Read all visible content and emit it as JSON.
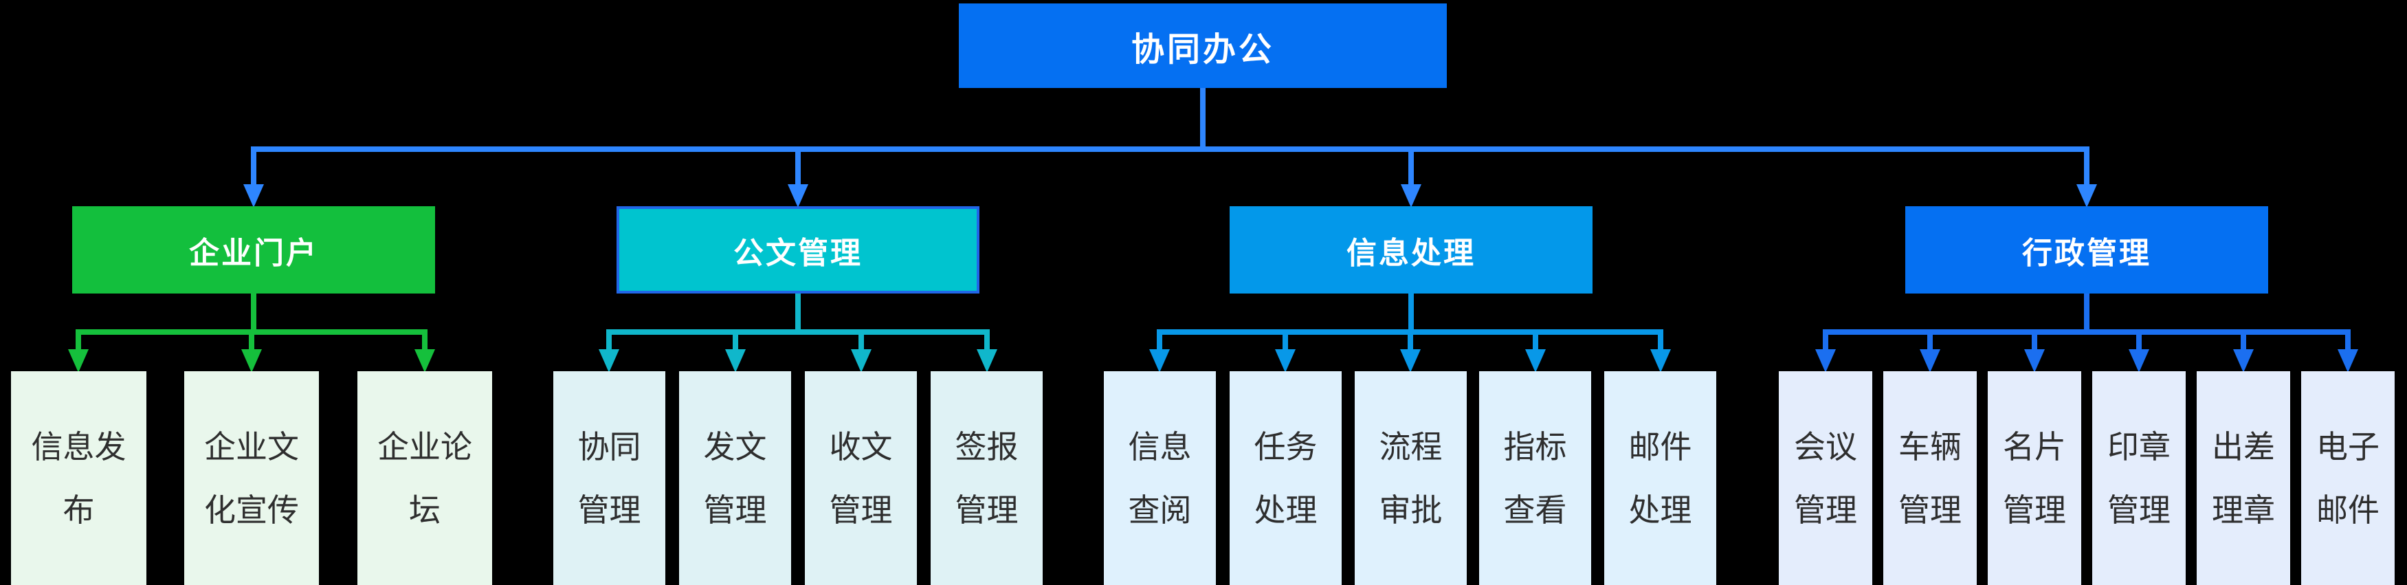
{
  "root": {
    "label": "协同办公"
  },
  "groups": [
    {
      "label": "企业门户",
      "leaves": [
        {
          "label": "信息发布",
          "lines": [
            "信息发",
            "布"
          ]
        },
        {
          "label": "企业文化宣传",
          "lines": [
            "企业文",
            "化宣传"
          ]
        },
        {
          "label": "企业论坛",
          "lines": [
            "企业论",
            "坛"
          ]
        }
      ]
    },
    {
      "label": "公文管理",
      "leaves": [
        {
          "label": "协同管理",
          "lines": [
            "协同",
            "管理"
          ]
        },
        {
          "label": "发文管理",
          "lines": [
            "发文",
            "管理"
          ]
        },
        {
          "label": "收文管理",
          "lines": [
            "收文",
            "管理"
          ]
        },
        {
          "label": "签报管理",
          "lines": [
            "签报",
            "管理"
          ]
        }
      ]
    },
    {
      "label": "信息处理",
      "leaves": [
        {
          "label": "信息查阅",
          "lines": [
            "信息",
            "查阅"
          ]
        },
        {
          "label": "任务处理",
          "lines": [
            "任务",
            "处理"
          ]
        },
        {
          "label": "流程审批",
          "lines": [
            "流程",
            "审批"
          ]
        },
        {
          "label": "指标查看",
          "lines": [
            "指标",
            "查看"
          ]
        },
        {
          "label": "邮件处理",
          "lines": [
            "邮件",
            "处理"
          ]
        }
      ]
    },
    {
      "label": "行政管理",
      "leaves": [
        {
          "label": "会议管理",
          "lines": [
            "会议",
            "管理"
          ]
        },
        {
          "label": "车辆管理",
          "lines": [
            "车辆",
            "管理"
          ]
        },
        {
          "label": "名片管理",
          "lines": [
            "名片",
            "管理"
          ]
        },
        {
          "label": "印章管理",
          "lines": [
            "印章",
            "管理"
          ]
        },
        {
          "label": "出差理章",
          "lines": [
            "出差",
            "理章"
          ]
        },
        {
          "label": "电子邮件",
          "lines": [
            "电子",
            "邮件"
          ]
        }
      ]
    }
  ],
  "colors": {
    "background": "#000000",
    "conn_top": "#2E86FF",
    "root_fill": "#0570F2",
    "node_text": "#FFFFFF",
    "leaf_text": "#2E2E2E",
    "g1": {
      "fill": "#13BF3D",
      "conn": "#15C03C",
      "leaf": "#E9F7EC"
    },
    "g2": {
      "fill": "#00C4CF",
      "border": "#2166E8",
      "conn": "#10B7CB",
      "leaf": "#DFF2F5"
    },
    "g3": {
      "fill": "#0398EA",
      "conn": "#0898E8",
      "leaf": "#DFF1FD"
    },
    "g4": {
      "fill": "#0570F2",
      "conn": "#1B6FF0",
      "leaf": "#E4EDFC"
    }
  }
}
